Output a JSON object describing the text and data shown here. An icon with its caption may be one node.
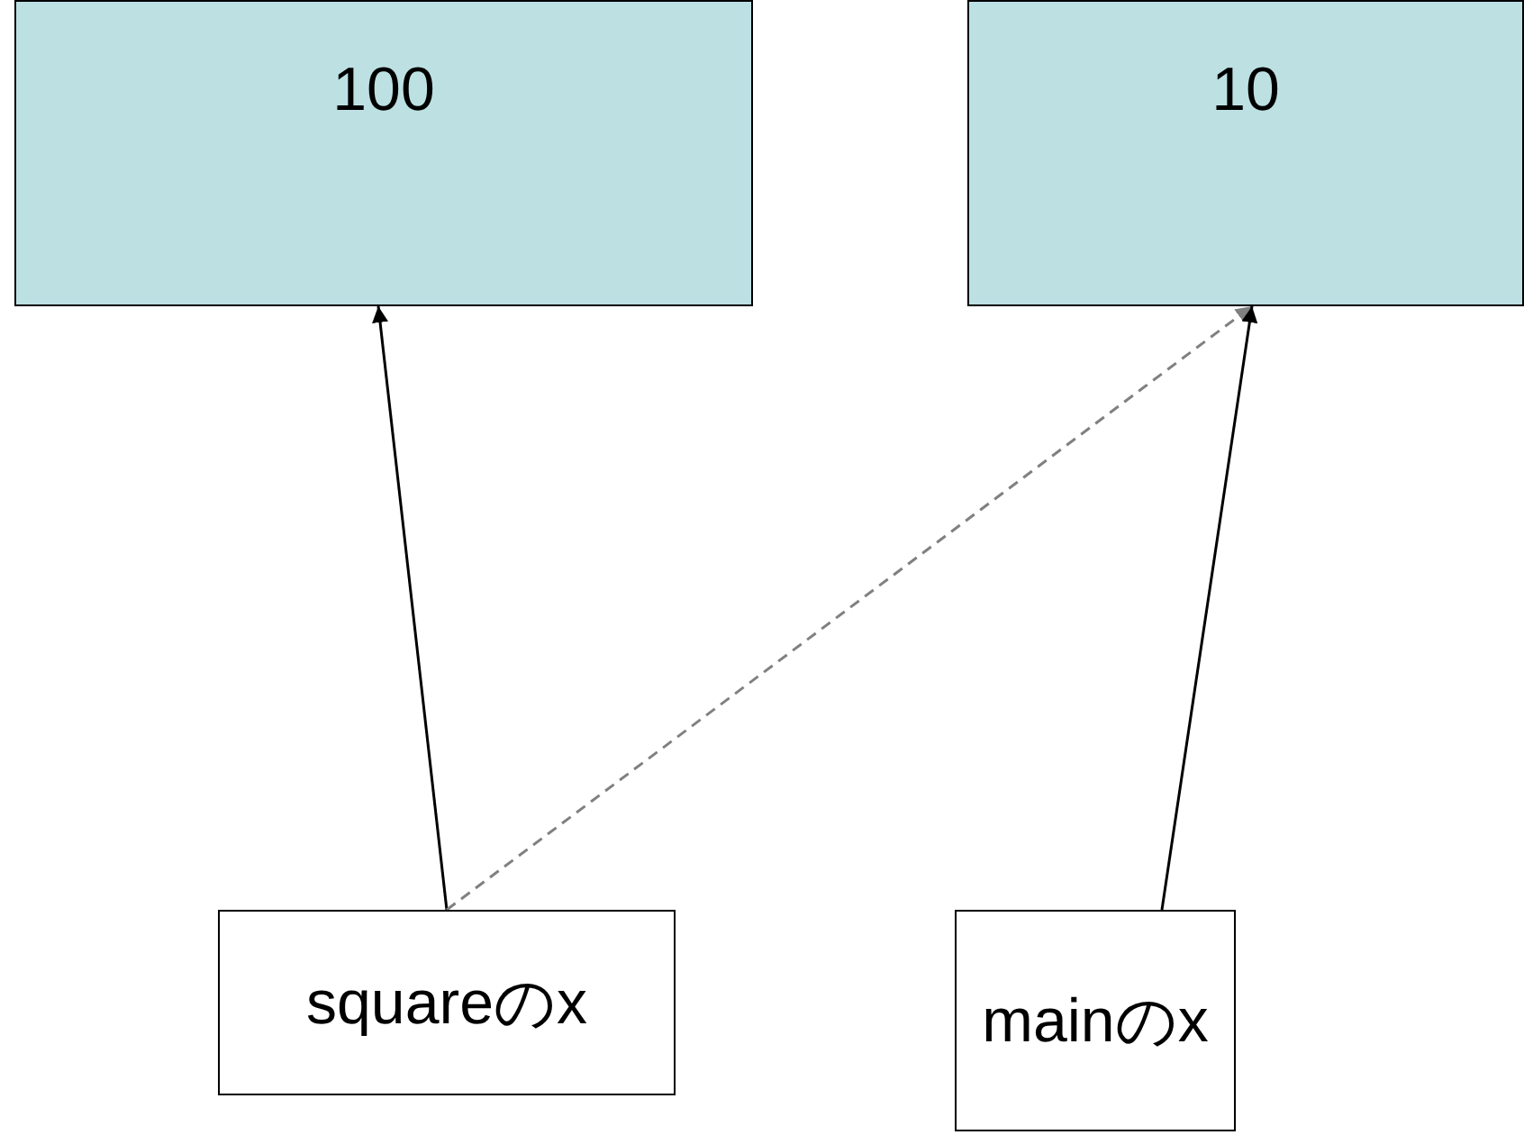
{
  "diagram": {
    "nodes": [
      {
        "text": [
          "100"
        ]
      },
      {
        "text": [
          "10"
        ]
      },
      {
        "text": [
          "squareのx"
        ]
      },
      {
        "text": [
          "mainのx"
        ]
      }
    ],
    "edges": [
      {
        "from": 2,
        "to": 0,
        "arrow": "to"
      },
      {
        "from": 2,
        "to": 1,
        "arrow": "to",
        "style": "dashed",
        "color": "#808080"
      },
      {
        "from": 3,
        "to": 1,
        "arrow": "to"
      }
    ]
  }
}
